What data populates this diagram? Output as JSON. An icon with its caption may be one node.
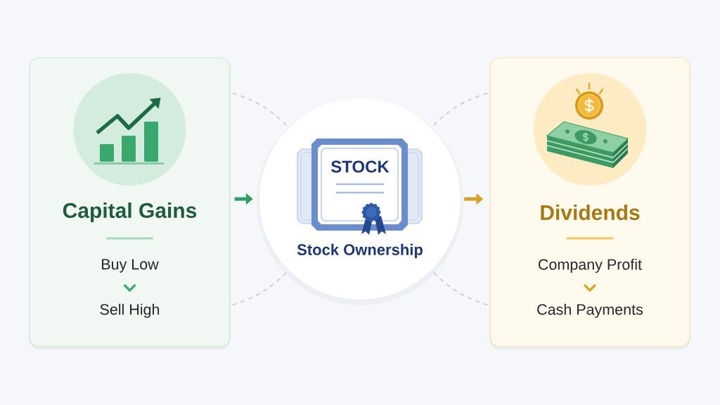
{
  "diagram": {
    "nodes": [
      {
        "text": [
          "Capital Gains"
        ]
      },
      {
        "text": [
          "Buy Low"
        ],
        "in": 0
      },
      {
        "text": [
          "Sell High"
        ],
        "in": 0
      },
      {
        "text": [
          "Stock Ownership"
        ]
      },
      {
        "text": [
          "STOCK"
        ],
        "in": 3
      },
      {
        "text": [
          "Dividends"
        ]
      },
      {
        "text": [
          "Company Profit"
        ],
        "in": 5
      },
      {
        "text": [
          "Cash Payments"
        ],
        "in": 5
      }
    ],
    "edges": [
      {
        "from": 1,
        "to": 2,
        "arrow": "to",
        "style": "thick",
        "color": "#3dae72"
      },
      {
        "from": 0,
        "to": 3,
        "arrow": "none",
        "style": "dashed"
      },
      {
        "from": 0,
        "to": 3,
        "arrow": "to",
        "style": "thick",
        "color": "#2e9e62"
      },
      {
        "from": 0,
        "to": 3,
        "arrow": "none",
        "style": "dashed"
      },
      {
        "from": 3,
        "to": 5,
        "arrow": "none",
        "style": "dashed"
      },
      {
        "from": 3,
        "to": 5,
        "arrow": "to",
        "style": "thick",
        "color": "#d4a12a"
      },
      {
        "from": 3,
        "to": 5,
        "arrow": "none",
        "style": "dashed"
      },
      {
        "from": 6,
        "to": 7,
        "arrow": "to",
        "style": "thick",
        "color": "#d9a52e"
      }
    ]
  }
}
